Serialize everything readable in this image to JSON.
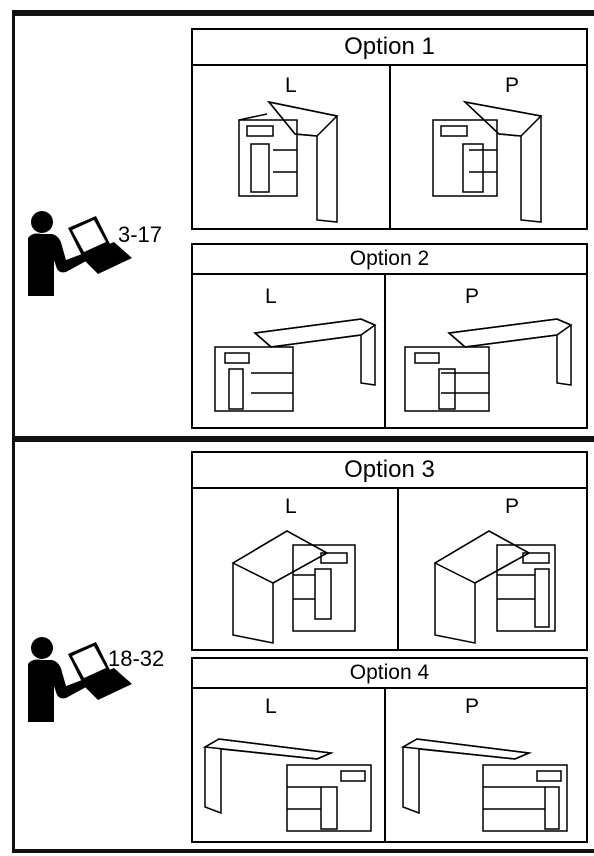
{
  "sections": [
    {
      "range": "3-17",
      "options": [
        {
          "title": "Option 1",
          "left_label": "L",
          "right_label": "P"
        },
        {
          "title": "Option 2",
          "left_label": "L",
          "right_label": "P"
        }
      ]
    },
    {
      "range": "18-32",
      "options": [
        {
          "title": "Option 3",
          "left_label": "L",
          "right_label": "P"
        },
        {
          "title": "Option 4",
          "left_label": "L",
          "right_label": "P"
        }
      ]
    }
  ],
  "icons": [
    "person-with-laptop-icon",
    "desk-assembly-icon"
  ]
}
